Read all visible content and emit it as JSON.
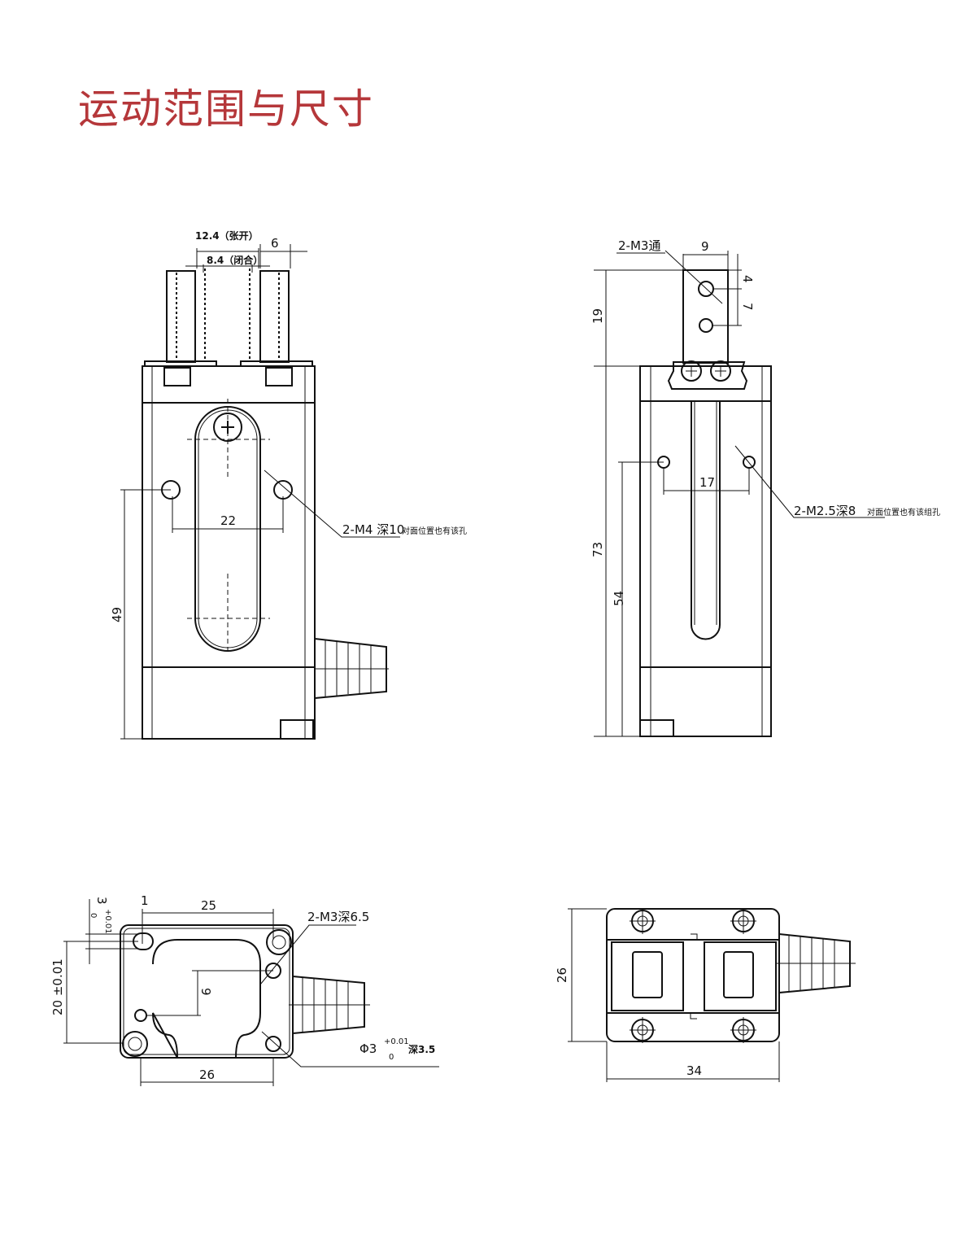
{
  "title": "运动范围与尺寸",
  "colors": {
    "title": "#b5373a",
    "line": "#111111"
  },
  "front_view": {
    "dim_open": "12.4（张开）",
    "dim_closed": "8.4（闭合）",
    "dim_finger": "6",
    "dim_holes": "22",
    "dim_height": "49",
    "hole_note": "2-M4 深10",
    "hole_note2": "对面位置也有该孔"
  },
  "side_view": {
    "finger_note": "2-M3通",
    "dim_finger_width": "9",
    "dim_4": "4",
    "dim_7": "7",
    "dim_19": "19",
    "dim_73": "73",
    "dim_54": "54",
    "dim_17": "17",
    "hole_note": "2-M2.5深8",
    "hole_note2": "对面位置也有该组孔"
  },
  "bottom_view": {
    "dim_25": "25",
    "dim_1": "1",
    "dim_3": "3",
    "tol_3_upper": "+0.01",
    "tol_3_lower": "0",
    "dim_20": "20 ±0.01",
    "dim_9": "9",
    "dim_26": "26",
    "screw_note": "2-M3深6.5",
    "pin_note": "Φ3",
    "pin_tol_upper": "+0.01",
    "pin_tol_lower": "0",
    "pin_depth": "深3.5"
  },
  "top_view": {
    "dim_26": "26",
    "dim_34": "34"
  }
}
